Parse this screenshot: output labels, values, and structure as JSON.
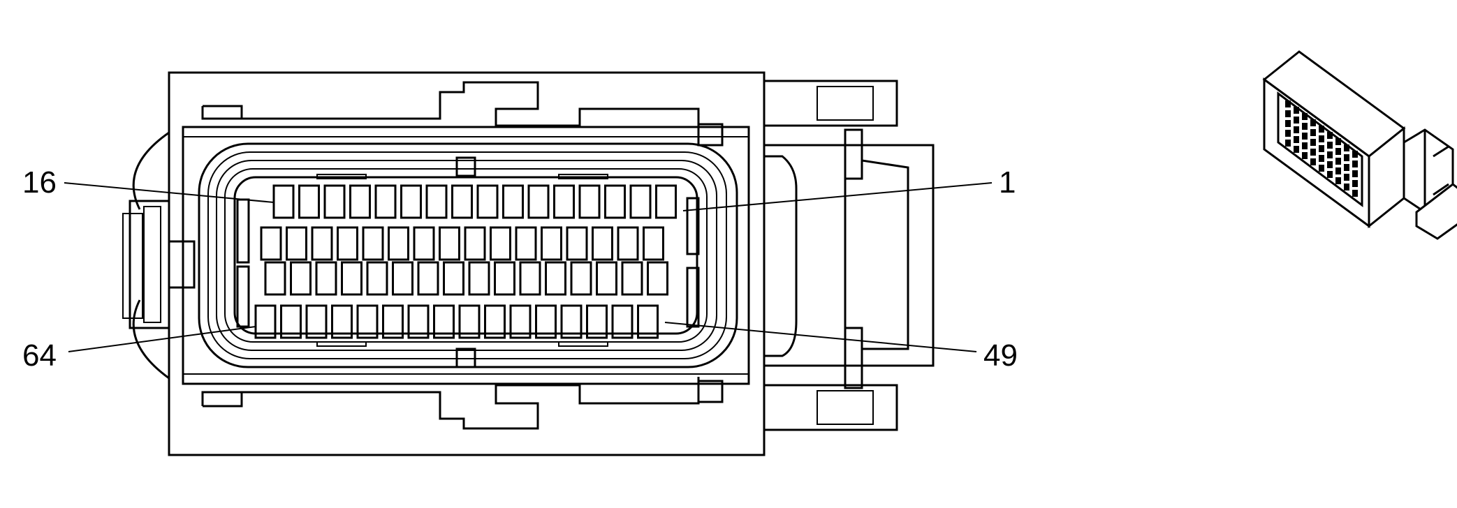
{
  "labels": {
    "pin_16": "16",
    "pin_1": "1",
    "pin_64": "64",
    "pin_49": "49"
  },
  "colors": {
    "line": "#000000",
    "background": "#ffffff"
  }
}
